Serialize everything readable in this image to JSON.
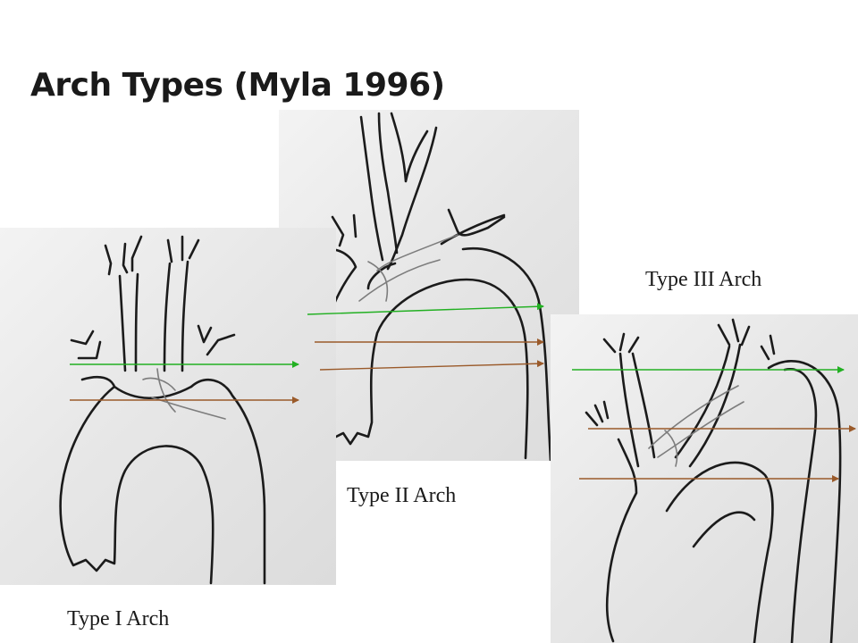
{
  "title": "Arch Types (Myla 1996)",
  "captions": {
    "type1": "Type I Arch",
    "type2": "Type II Arch",
    "type3": "Type III Arch"
  },
  "colors": {
    "background": "#ffffff",
    "sketch_paper": "#e6e6e6",
    "vessel_ink": "#1b1b1b",
    "green_reference_line": "#22b022",
    "brown_reference_line": "#9a5a2a"
  }
}
